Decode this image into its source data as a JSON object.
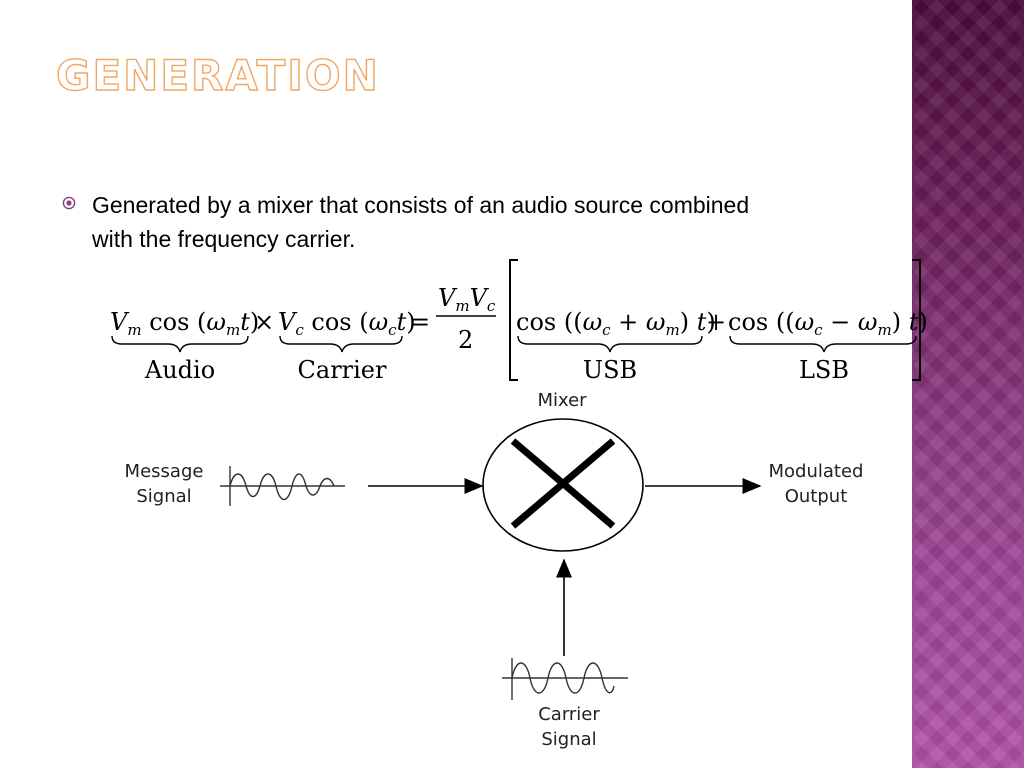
{
  "slide": {
    "title": "GENERATION",
    "bullets": [
      {
        "text": "Generated by a mixer that consists of an audio source combined with the frequency carrier."
      }
    ]
  },
  "formula": {
    "term_audio": "V",
    "labels": {
      "audio": "Audio",
      "carrier": "Carrier",
      "usb": "USB",
      "lsb": "LSB"
    }
  },
  "diagram": {
    "mixer_label": "Mixer",
    "message_label_line1": "Message",
    "message_label_line2": "Signal",
    "output_label_line1": "Modulated",
    "output_label_line2": "Output",
    "carrier_label_line1": "Carrier",
    "carrier_label_line2": "Signal"
  },
  "colors": {
    "title_orange": "#f0a765",
    "bullet_magenta": "#8d3d86",
    "band_dark": "#4c0d3c",
    "band_light": "#b052a8"
  }
}
